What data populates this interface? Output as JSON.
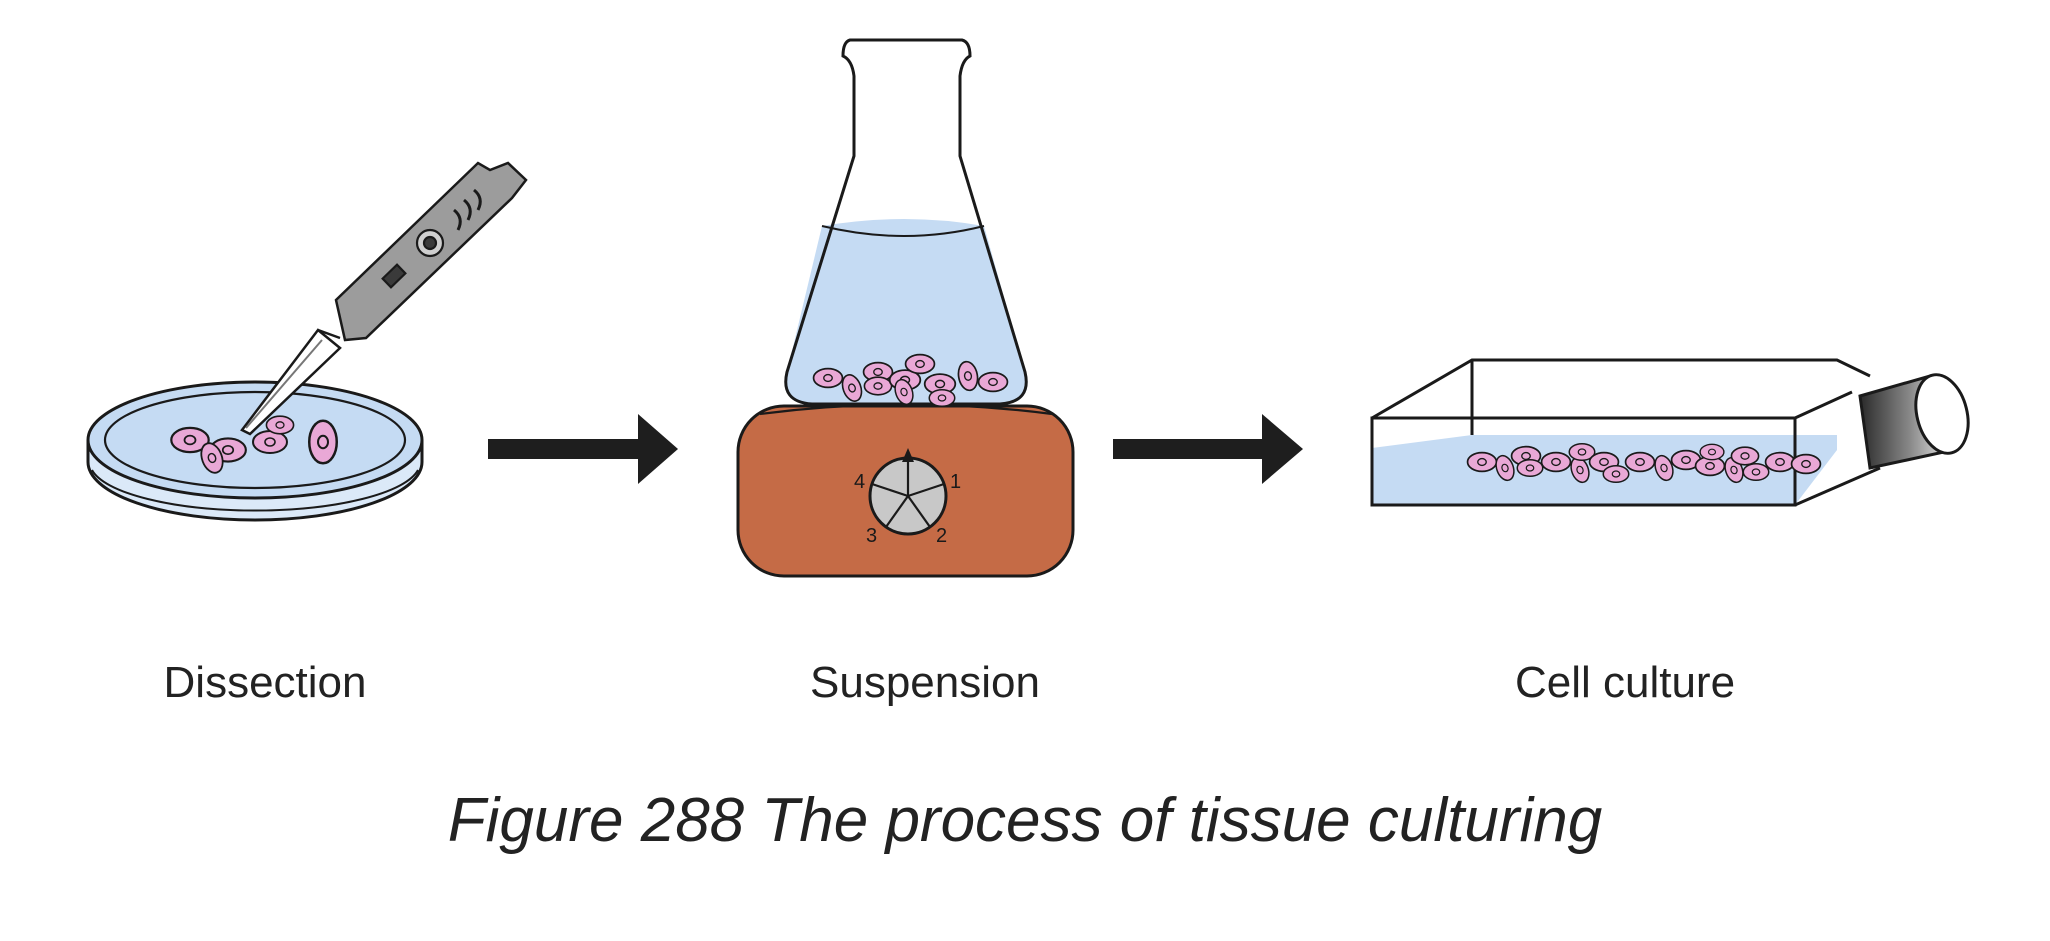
{
  "steps": [
    {
      "label": "Dissection",
      "icon": "petri-dish-with-scalpel-icon"
    },
    {
      "label": "Suspension",
      "icon": "flask-on-magnetic-stirrer-icon"
    },
    {
      "label": "Cell culture",
      "icon": "culture-flask-icon"
    }
  ],
  "stirrer_dial": {
    "marks": [
      "1",
      "2",
      "3",
      "4"
    ]
  },
  "caption": "Figure 288 The process of tissue culturing",
  "colors": {
    "medium": "#c5dbf3",
    "cells": "#e9a8d6",
    "stirrer": "#c56b46",
    "arrow": "#1e1e1e",
    "outline": "#1a1a1a"
  }
}
